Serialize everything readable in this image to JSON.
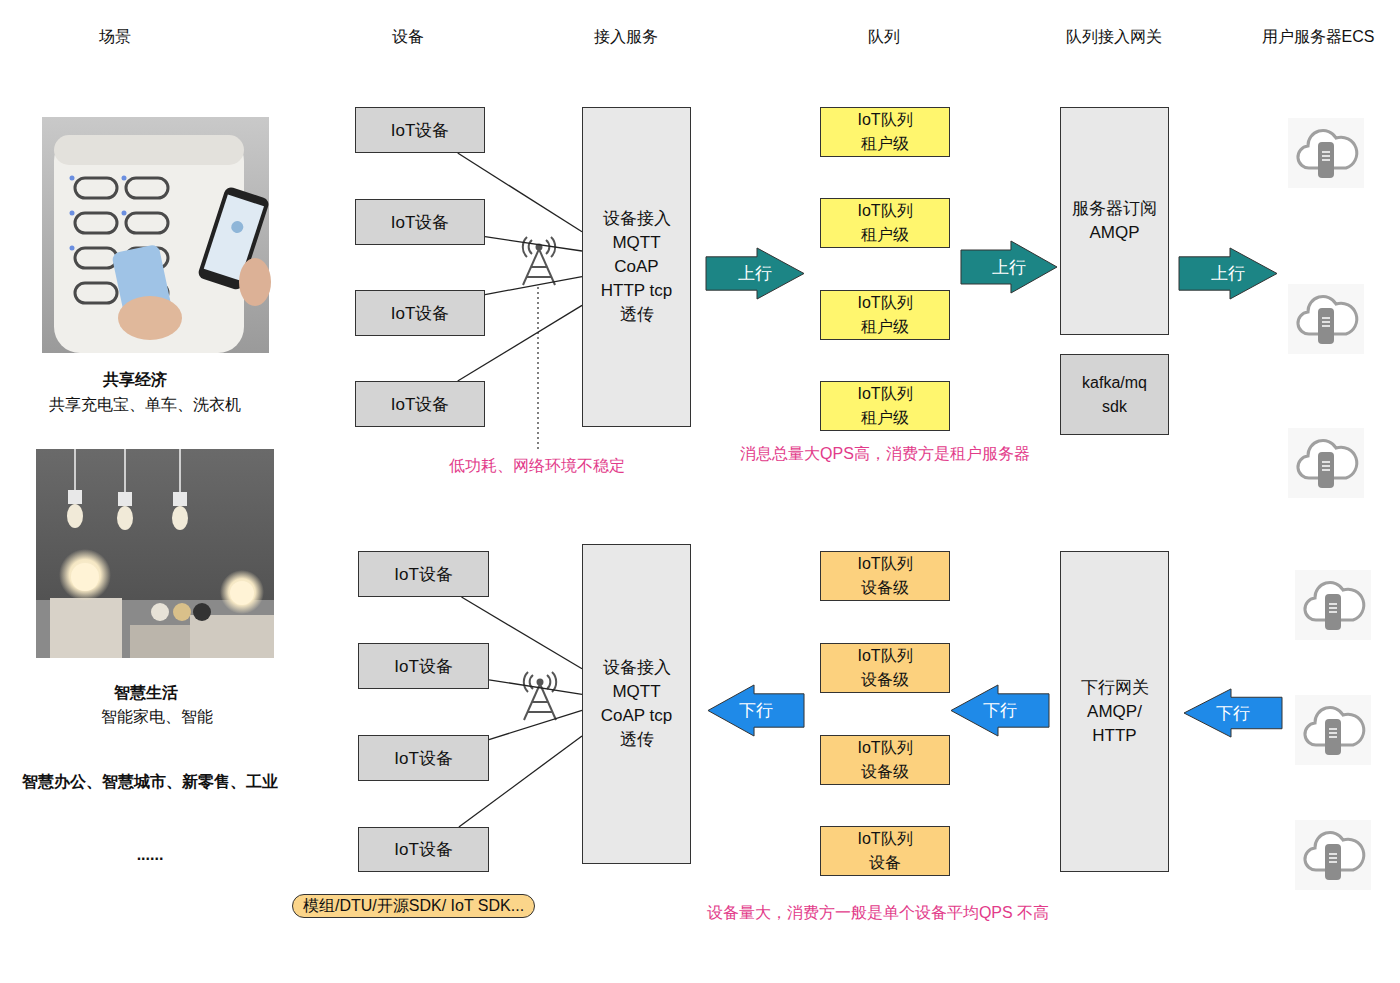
{
  "diagram": {
    "nodes": [
      {
        "text": [
          "IoT设备"
        ]
      },
      {
        "text": [
          "IoT设备"
        ]
      },
      {
        "text": [
          "IoT设备"
        ]
      },
      {
        "text": [
          "IoT设备"
        ]
      },
      {
        "text": [
          "设备接入 MQTT CoAP HTTP tcp透传"
        ]
      },
      {
        "text": [
          "上行"
        ]
      },
      {
        "text": [
          "IoT队列 租户级"
        ]
      },
      {
        "text": [
          "IoT队列 租户级"
        ]
      },
      {
        "text": [
          "IoT队列 租户级"
        ]
      },
      {
        "text": [
          "IoT队列 租户级"
        ]
      },
      {
        "text": [
          "上行"
        ]
      },
      {
        "text": [
          "服务器订阅 AMQP"
        ]
      },
      {
        "text": [
          "kafka/mq sdk"
        ]
      },
      {
        "text": [
          "上行"
        ]
      },
      {
        "text": [
          "IoT设备"
        ]
      },
      {
        "text": [
          "IoT设备"
        ]
      },
      {
        "text": [
          "IoT设备"
        ]
      },
      {
        "text": [
          "IoT设备"
        ]
      },
      {
        "text": [
          "设备接入 MQTT CoAP tcp透传"
        ]
      },
      {
        "text": [
          "下行"
        ]
      },
      {
        "text": [
          "IoT队列 设备级"
        ]
      },
      {
        "text": [
          "IoT队列 设备级"
        ]
      },
      {
        "text": [
          "IoT队列 设备级"
        ]
      },
      {
        "text": [
          "IoT队列 设备"
        ]
      },
      {
        "text": [
          "下行"
        ]
      },
      {
        "text": [
          "下行网关 AMQP/ HTTP"
        ]
      },
      {
        "text": [
          "下行"
        ]
      },
      {
        "text": [
          "模组/DTU/开源SDK/ IoT SDK..."
        ]
      }
    ],
    "edges": [
      {
        "from": 0,
        "to": 4,
        "arrow": "none"
      },
      {
        "from": 1,
        "to": 4,
        "arrow": "none"
      },
      {
        "from": 2,
        "to": 4,
        "arrow": "none"
      },
      {
        "from": 3,
        "to": 4,
        "arrow": "none"
      },
      {
        "from": 14,
        "to": 18,
        "arrow": "none"
      },
      {
        "from": 15,
        "to": 18,
        "arrow": "none"
      },
      {
        "from": 16,
        "to": 18,
        "arrow": "none"
      },
      {
        "from": 17,
        "to": 18,
        "arrow": "none"
      }
    ],
    "labels": [
      "场景",
      "设备",
      "接入服务",
      "队列",
      "队列接入网关",
      "用户服务器ECS",
      "共享经济",
      "共享充电宝、单车、洗衣机",
      "智慧生活",
      "智能家电、智能",
      "智慧办公、智慧城市、新零售、工业",
      "......",
      "低功耗、网络环境不稳定",
      "消息总量大QPS高，消费方是租户服务器",
      "设备量大，消费方一般是单个设备平均QPS 不高"
    ]
  }
}
